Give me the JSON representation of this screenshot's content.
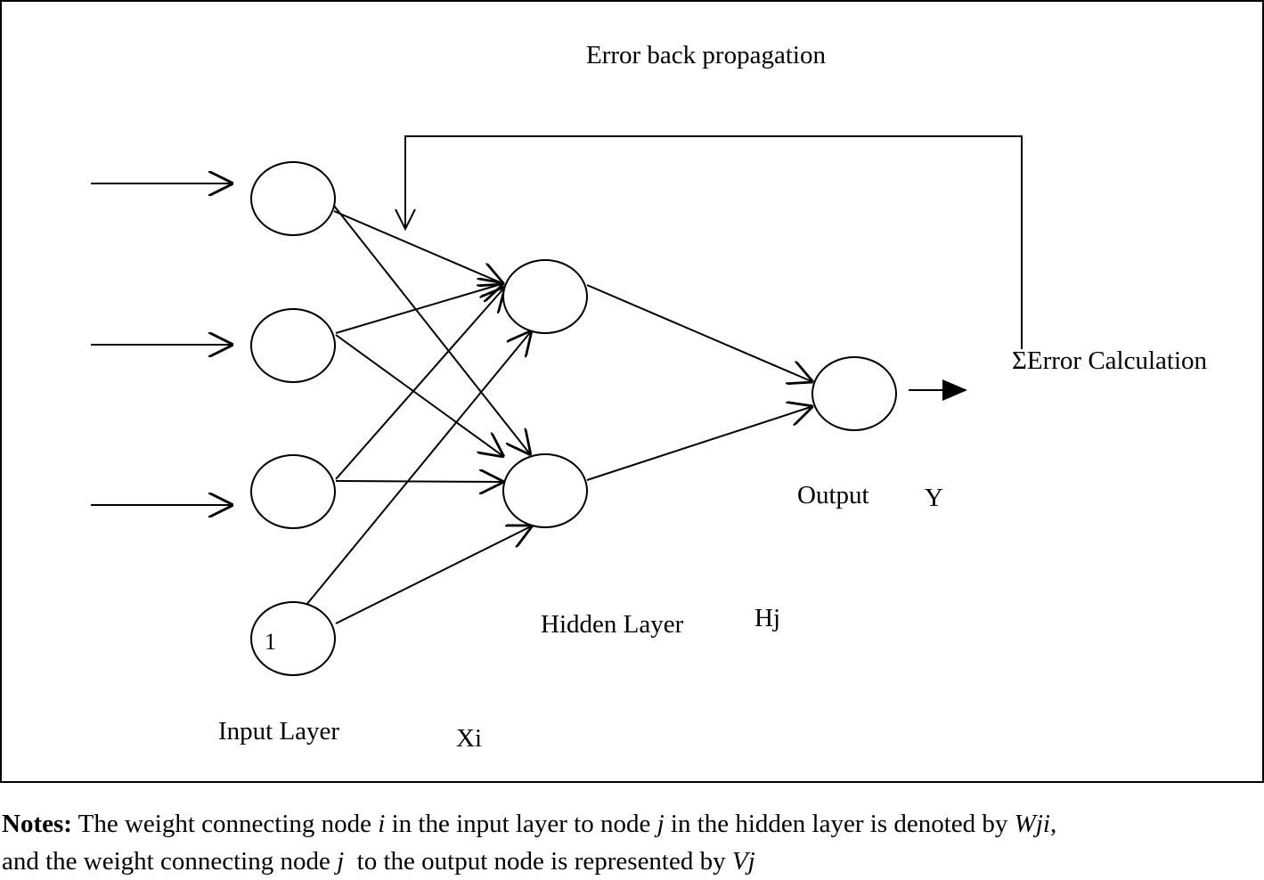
{
  "diagram": {
    "title": "Error back propagation",
    "input_label": "Input Layer",
    "input_var": "Xi",
    "hidden_label": "Hidden Layer",
    "hidden_var": "Hj",
    "output_label": "Output",
    "output_var": "Y",
    "error_label": "ΣError Calculation",
    "bias_label": "1",
    "layers": {
      "input_nodes": 4,
      "hidden_nodes": 2,
      "output_nodes": 1
    },
    "connections": [
      {
        "from": "input-1",
        "to": "hidden-1"
      },
      {
        "from": "input-1",
        "to": "hidden-2"
      },
      {
        "from": "input-2",
        "to": "hidden-1"
      },
      {
        "from": "input-2",
        "to": "hidden-2"
      },
      {
        "from": "input-3",
        "to": "hidden-1"
      },
      {
        "from": "input-3",
        "to": "hidden-2"
      },
      {
        "from": "input-bias",
        "to": "hidden-1"
      },
      {
        "from": "input-bias",
        "to": "hidden-2"
      },
      {
        "from": "hidden-1",
        "to": "output"
      },
      {
        "from": "hidden-2",
        "to": "output"
      }
    ]
  },
  "notes": {
    "heading": "Notes:",
    "seg1": " The weight connecting node ",
    "i1": "i",
    "seg2": " in the input layer to node ",
    "i2": "j",
    "seg3": " in the hidden layer is denoted by ",
    "i3": "Wji",
    "seg4": ",",
    "seg5": "and the weight connecting node ",
    "i4": "j",
    "seg6": "  to the output node is represented by ",
    "i5": "Vj"
  }
}
